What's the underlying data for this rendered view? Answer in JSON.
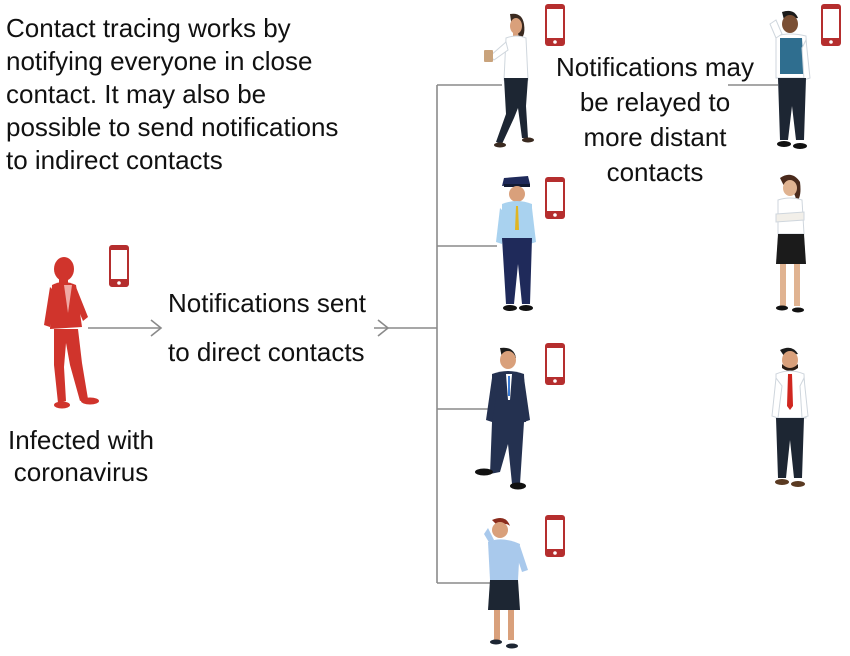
{
  "intro_lines": [
    "Contact tracing works by",
    "notifying everyone in close",
    "contact. It may also be",
    "possible to send notifications",
    "to indirect contacts"
  ],
  "infected_label_lines": [
    "Infected with",
    "coronavirus"
  ],
  "direct_label_lines": [
    "Notifications sent",
    "to direct contacts"
  ],
  "relay_label_lines": [
    "Notifications may",
    "be relayed to",
    "more distant",
    "contacts"
  ],
  "colors": {
    "infected": "#d0342c",
    "phone": "#b52e2e",
    "connector": "#8a8a8a",
    "text": "#111111"
  },
  "people": {
    "infected": "person-red-silhouette",
    "direct_contacts": [
      "woman-with-coffee",
      "police-officer",
      "man-in-suit",
      "woman-on-phone"
    ],
    "distant_contacts": [
      "man-in-vest-on-phone",
      "woman-arms-crossed",
      "man-with-red-tie"
    ]
  }
}
